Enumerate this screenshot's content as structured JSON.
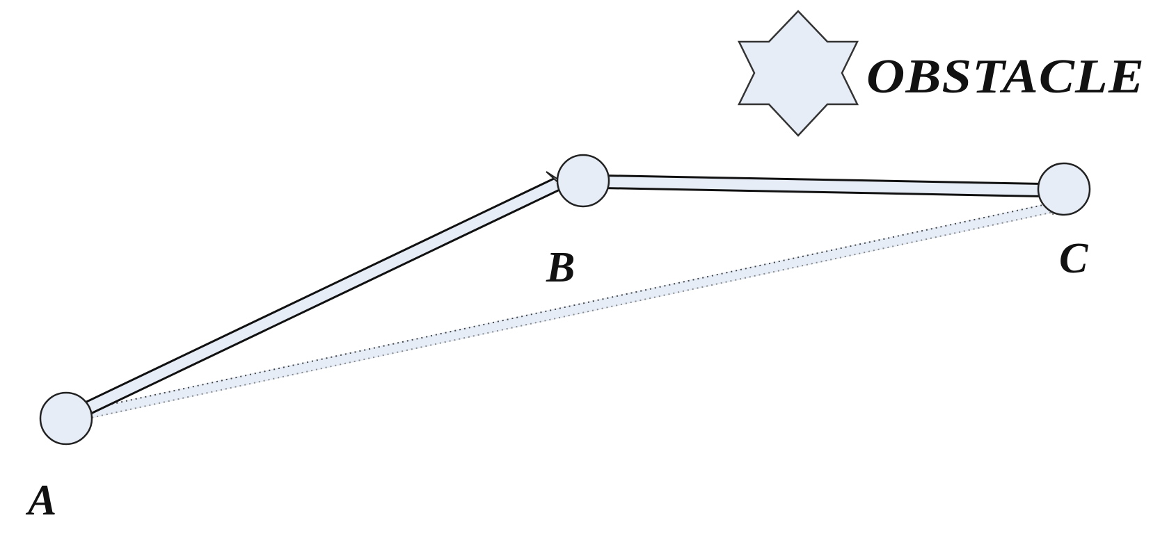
{
  "diagram": {
    "nodes": [
      {
        "id": "a",
        "label": "A"
      },
      {
        "id": "b",
        "label": "B"
      },
      {
        "id": "c",
        "label": "C"
      }
    ],
    "edges": [
      {
        "from": "A",
        "to": "B",
        "style": "solid-arrow"
      },
      {
        "from": "B",
        "to": "C",
        "style": "solid-arrow"
      },
      {
        "from": "A",
        "to": "C",
        "style": "dotted-arrow"
      }
    ],
    "obstacle": {
      "label": "OBSTACLE",
      "shape": "six-pointed-star"
    },
    "colors": {
      "fill": "#e6edf7",
      "stroke": "#222222",
      "background": "#ffffff"
    }
  }
}
